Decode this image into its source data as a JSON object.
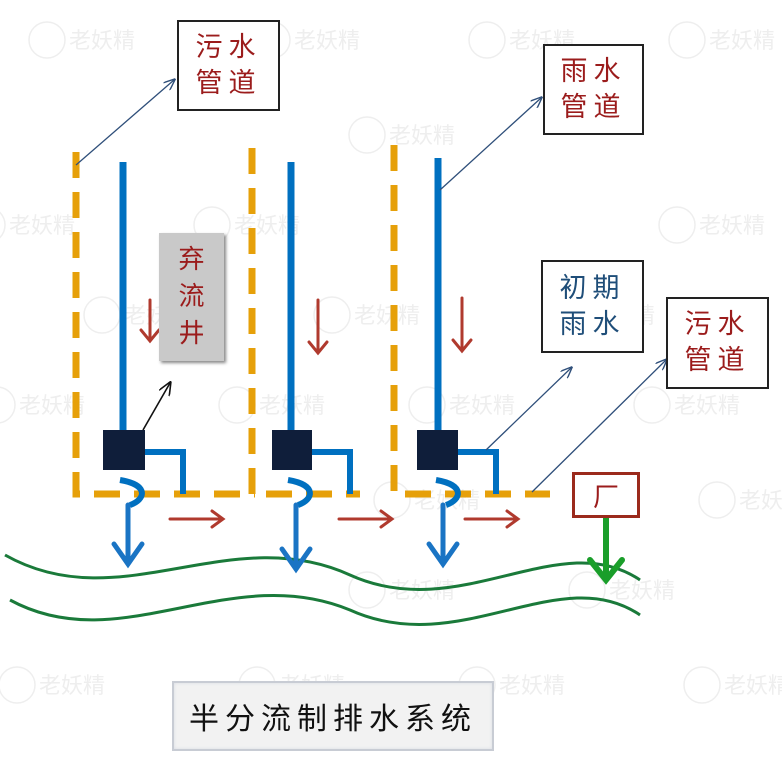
{
  "labels": {
    "sewage_pipe": [
      "污水",
      "管道"
    ],
    "rain_pipe": [
      "雨水",
      "管道"
    ],
    "initial_rain": [
      "初期",
      "雨水"
    ],
    "sewage_pipe_right": [
      "污水",
      "管道"
    ],
    "diversion_well": [
      "弃",
      "流",
      "井"
    ],
    "plant": "厂",
    "title": "半分流制排水系统"
  },
  "watermark": "老妖精",
  "colors": {
    "dashed_pipe": "#e6a00a",
    "rain_pipe": "#0070c0",
    "flow_arrow": "#b03a2e",
    "discharge_arrow": "#1a74c4",
    "plant_outflow": "#1a9e2a",
    "river": "#1a7a3a",
    "well_block": "#0f1e3a",
    "label_red": "#9b1c1c",
    "label_blue": "#1f4e79"
  },
  "icons": {
    "flow_arrow": "arrow-right",
    "discharge_arrow": "arrow-down"
  }
}
